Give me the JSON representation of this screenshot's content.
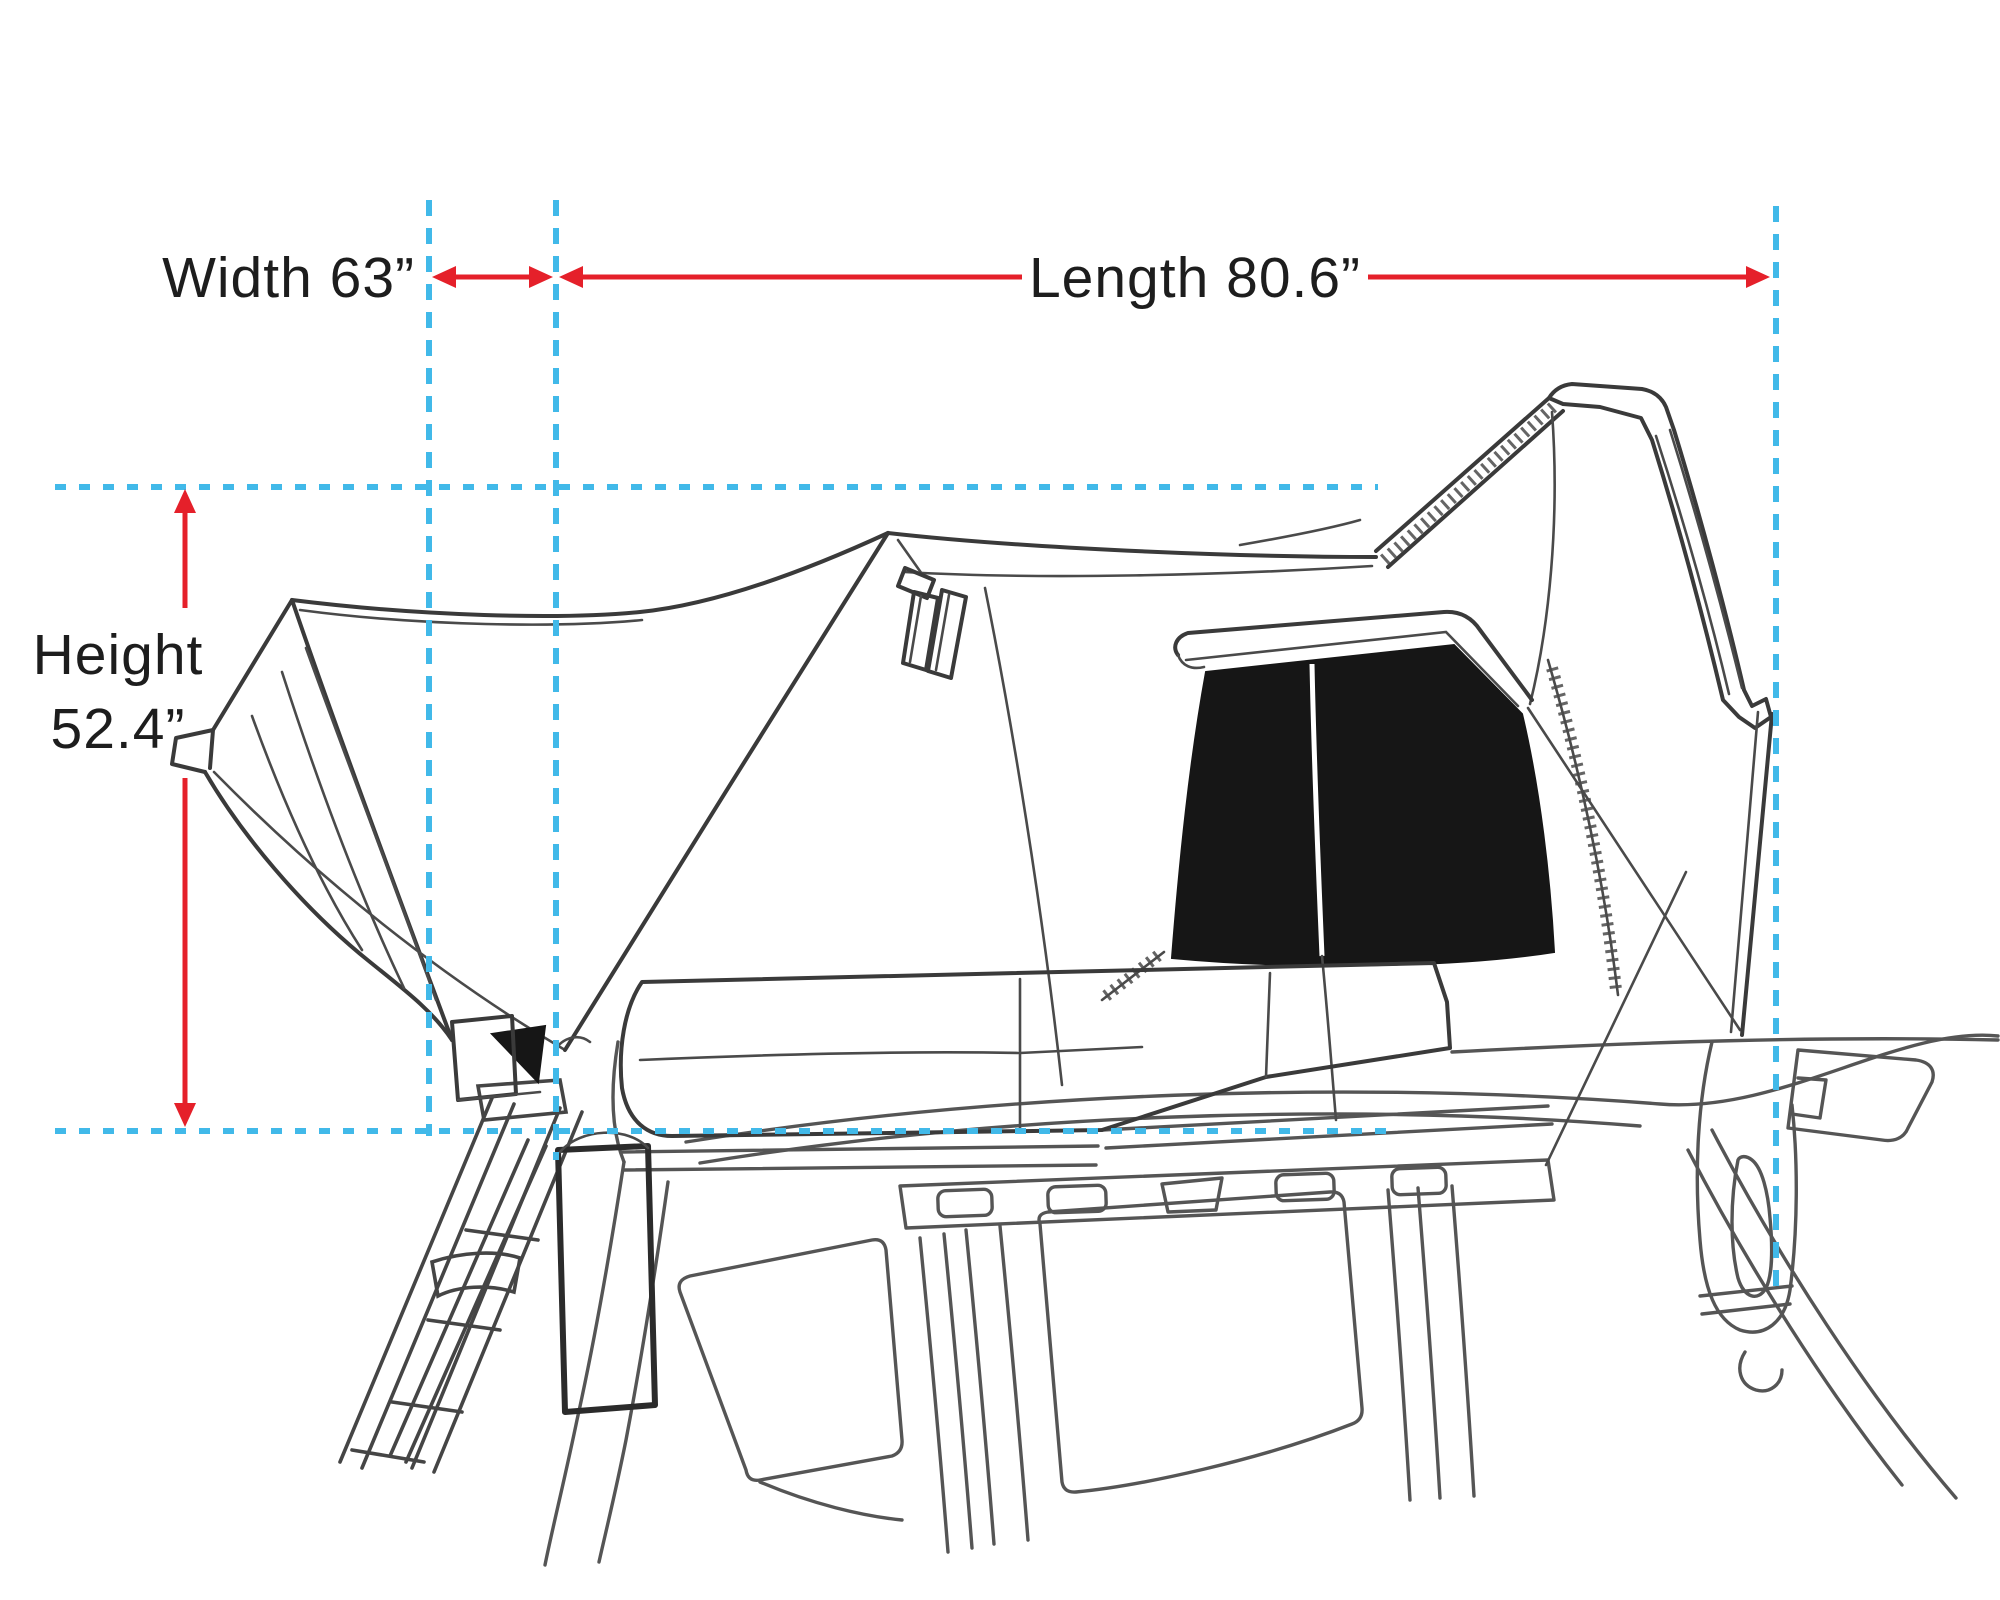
{
  "diagram": {
    "type": "product-dimension-line-drawing",
    "subject": "roof-top-tent-open-on-vehicle",
    "labels": {
      "width": "Width 63”",
      "length": "Length 80.6”",
      "height_line1": "Height",
      "height_line2": "52.4”"
    },
    "dimensions": {
      "width_value": "63",
      "length_value": "80.6",
      "height_value": "52.4"
    },
    "colors": {
      "dimension_red": "#e5202a",
      "guide_blue": "#41b9e9",
      "artwork_line": "#3a3a3a",
      "vehicle_line": "#555555",
      "window_black": "#161616",
      "background": "#ffffff",
      "text": "#1d1d1d"
    }
  }
}
